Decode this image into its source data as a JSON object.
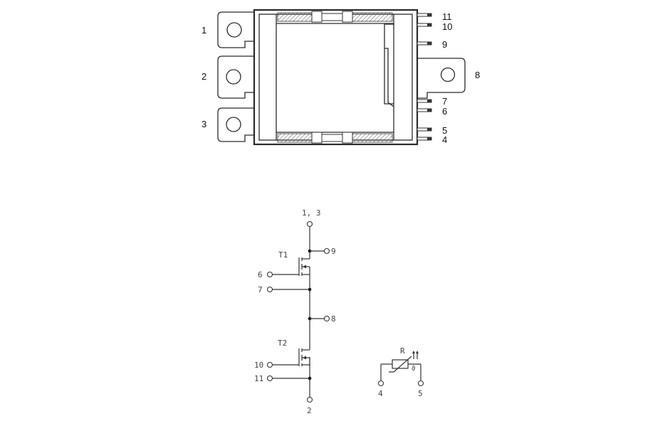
{
  "package": {
    "pin_labels": {
      "p1": "1",
      "p2": "2",
      "p3": "3",
      "p4": "4",
      "p5": "5",
      "p6": "6",
      "p7": "7",
      "p8": "8",
      "p9": "9",
      "p10": "10",
      "p11": "11"
    }
  },
  "schematic": {
    "top_terminal": "1, 3",
    "bottom_terminal": "2",
    "t1": "T1",
    "t2": "T2",
    "n9": "9",
    "n8": "8",
    "n6": "6",
    "n7": "7",
    "n10": "10",
    "n11": "11",
    "thermistor": {
      "label": "R",
      "symbol": "ϑ",
      "pin_left": "4",
      "pin_right": "5"
    }
  }
}
